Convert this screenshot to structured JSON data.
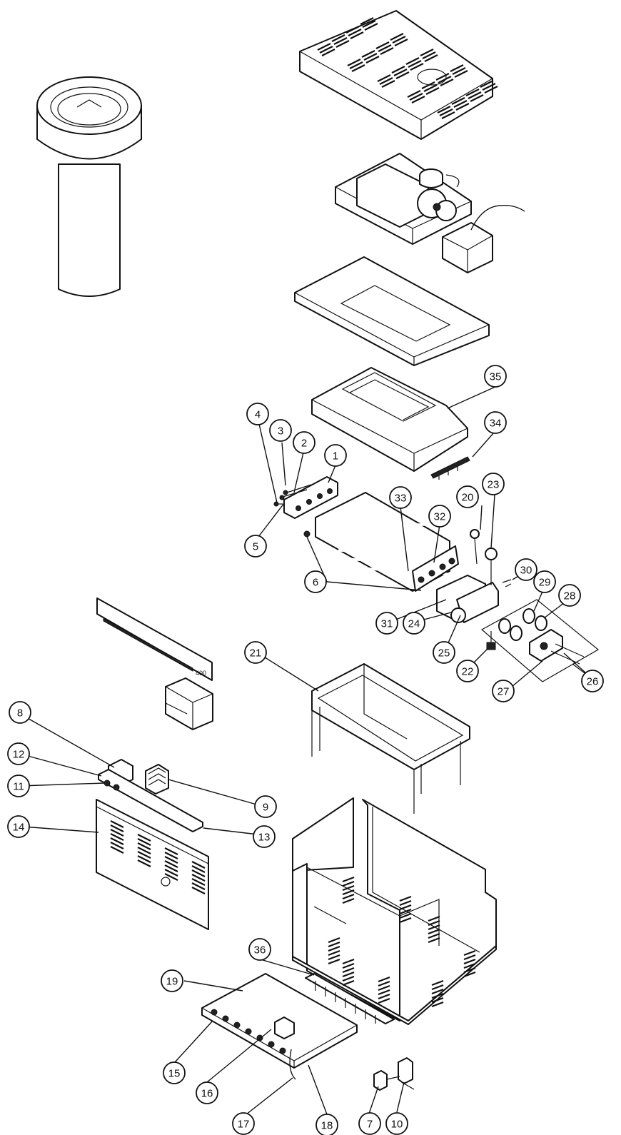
{
  "diagram": {
    "callouts": [
      {
        "id": "c1",
        "label": "1"
      },
      {
        "id": "c2",
        "label": "2"
      },
      {
        "id": "c3",
        "label": "3"
      },
      {
        "id": "c4",
        "label": "4"
      },
      {
        "id": "c5",
        "label": "5"
      },
      {
        "id": "c6",
        "label": "6"
      },
      {
        "id": "c7",
        "label": "7"
      },
      {
        "id": "c8",
        "label": "8"
      },
      {
        "id": "c9",
        "label": "9"
      },
      {
        "id": "c10",
        "label": "10"
      },
      {
        "id": "c11",
        "label": "11"
      },
      {
        "id": "c12",
        "label": "12"
      },
      {
        "id": "c13",
        "label": "13"
      },
      {
        "id": "c14",
        "label": "14"
      },
      {
        "id": "c15",
        "label": "15"
      },
      {
        "id": "c16",
        "label": "16"
      },
      {
        "id": "c17",
        "label": "17"
      },
      {
        "id": "c18",
        "label": "18"
      },
      {
        "id": "c19",
        "label": "19"
      },
      {
        "id": "c20",
        "label": "20"
      },
      {
        "id": "c21",
        "label": "21"
      },
      {
        "id": "c22",
        "label": "22"
      },
      {
        "id": "c23",
        "label": "23"
      },
      {
        "id": "c24",
        "label": "24"
      },
      {
        "id": "c25",
        "label": "25"
      },
      {
        "id": "c26",
        "label": "26"
      },
      {
        "id": "c27",
        "label": "27"
      },
      {
        "id": "c28",
        "label": "28"
      },
      {
        "id": "c29",
        "label": "29"
      },
      {
        "id": "c30",
        "label": "30"
      },
      {
        "id": "c31",
        "label": "31"
      },
      {
        "id": "c32",
        "label": "32"
      },
      {
        "id": "c33",
        "label": "33"
      },
      {
        "id": "c34",
        "label": "34"
      },
      {
        "id": "c35",
        "label": "35"
      },
      {
        "id": "c36",
        "label": "36"
      }
    ],
    "panel_model_text": "400"
  }
}
